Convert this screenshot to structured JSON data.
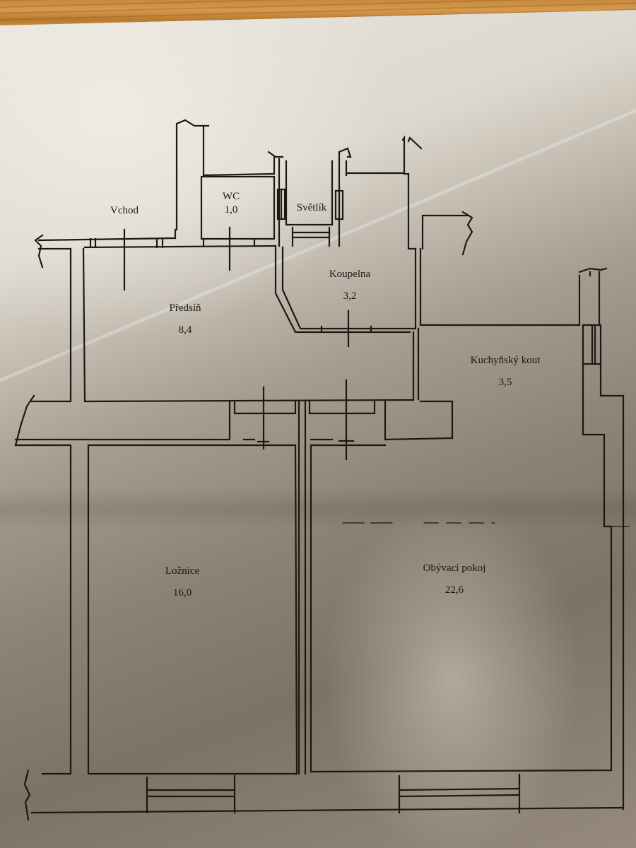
{
  "document": {
    "type": "floor plan (photographed paper)",
    "area_unit": "m²",
    "colors": {
      "paper_light": "#e9e6df",
      "paper_shadow": "#7c7266",
      "ink": "#1c1813",
      "wood": "#c8893c"
    }
  },
  "rooms": {
    "entrance": {
      "name": "Vchod",
      "area": ""
    },
    "wc": {
      "name": "WC",
      "area": "1,0"
    },
    "lightwell": {
      "name": "Světlík",
      "area": ""
    },
    "hallway": {
      "name": "Předsíň",
      "area": "8,4"
    },
    "bathroom": {
      "name": "Koupelna",
      "area": "3,2"
    },
    "kitchenette": {
      "name": "Kuchyňský kout",
      "area": "3,5"
    },
    "bedroom": {
      "name": "Ložnice",
      "area": "16,0"
    },
    "living_room": {
      "name": "Obývací pokoj",
      "area": "22,6"
    }
  }
}
